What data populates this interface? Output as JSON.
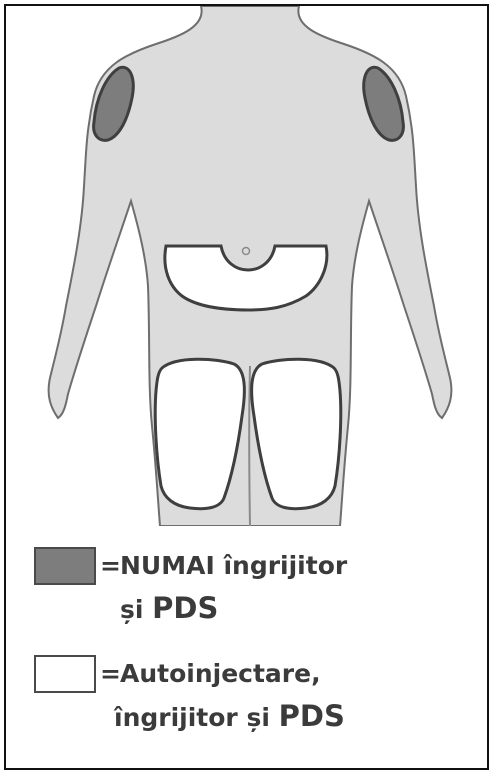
{
  "colors": {
    "body_fill": "#dcdcdc",
    "body_stroke": "#6e6e6e",
    "caregiver_zone_fill": "#7d7d7d",
    "self_zone_fill": "#ffffff",
    "zone_stroke": "#3f3f3f",
    "text": "#3b3b3b"
  },
  "legend": [
    {
      "swatch_fill": "#7d7d7d",
      "symbol": "=",
      "line1": "NUMAI îngrijitor",
      "line2_prefix": "și ",
      "line2_emph": "PDS"
    },
    {
      "swatch_fill": "#ffffff",
      "symbol": "=",
      "line1": "Autoinjectare,",
      "line2_prefix": "îngrijitor și ",
      "line2_emph": "PDS"
    }
  ]
}
